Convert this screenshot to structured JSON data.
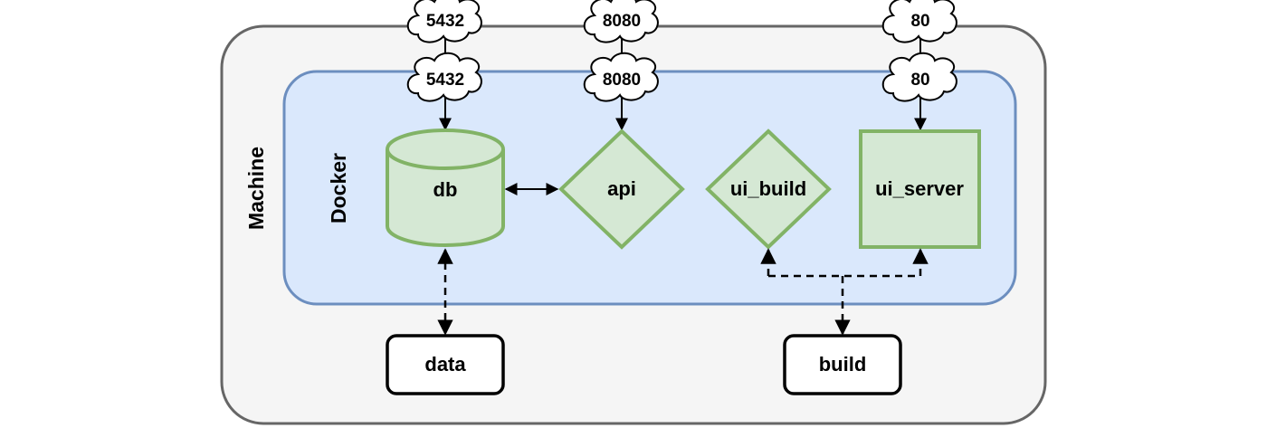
{
  "groups": {
    "machine": "Machine",
    "docker": "Docker"
  },
  "ports": {
    "host_db": "5432",
    "container_db": "5432",
    "host_api": "8080",
    "container_api": "8080",
    "host_ui": "80",
    "container_ui": "80"
  },
  "nodes": {
    "db": "db",
    "api": "api",
    "ui_build": "ui_build",
    "ui_server": "ui_server",
    "data": "data",
    "build": "build"
  },
  "colors": {
    "machine_fill": "#f5f5f5",
    "machine_stroke": "#666666",
    "docker_fill": "#dae8fc",
    "docker_stroke": "#6c8ebf",
    "node_fill": "#d5e8d4",
    "node_stroke": "#82b366"
  }
}
